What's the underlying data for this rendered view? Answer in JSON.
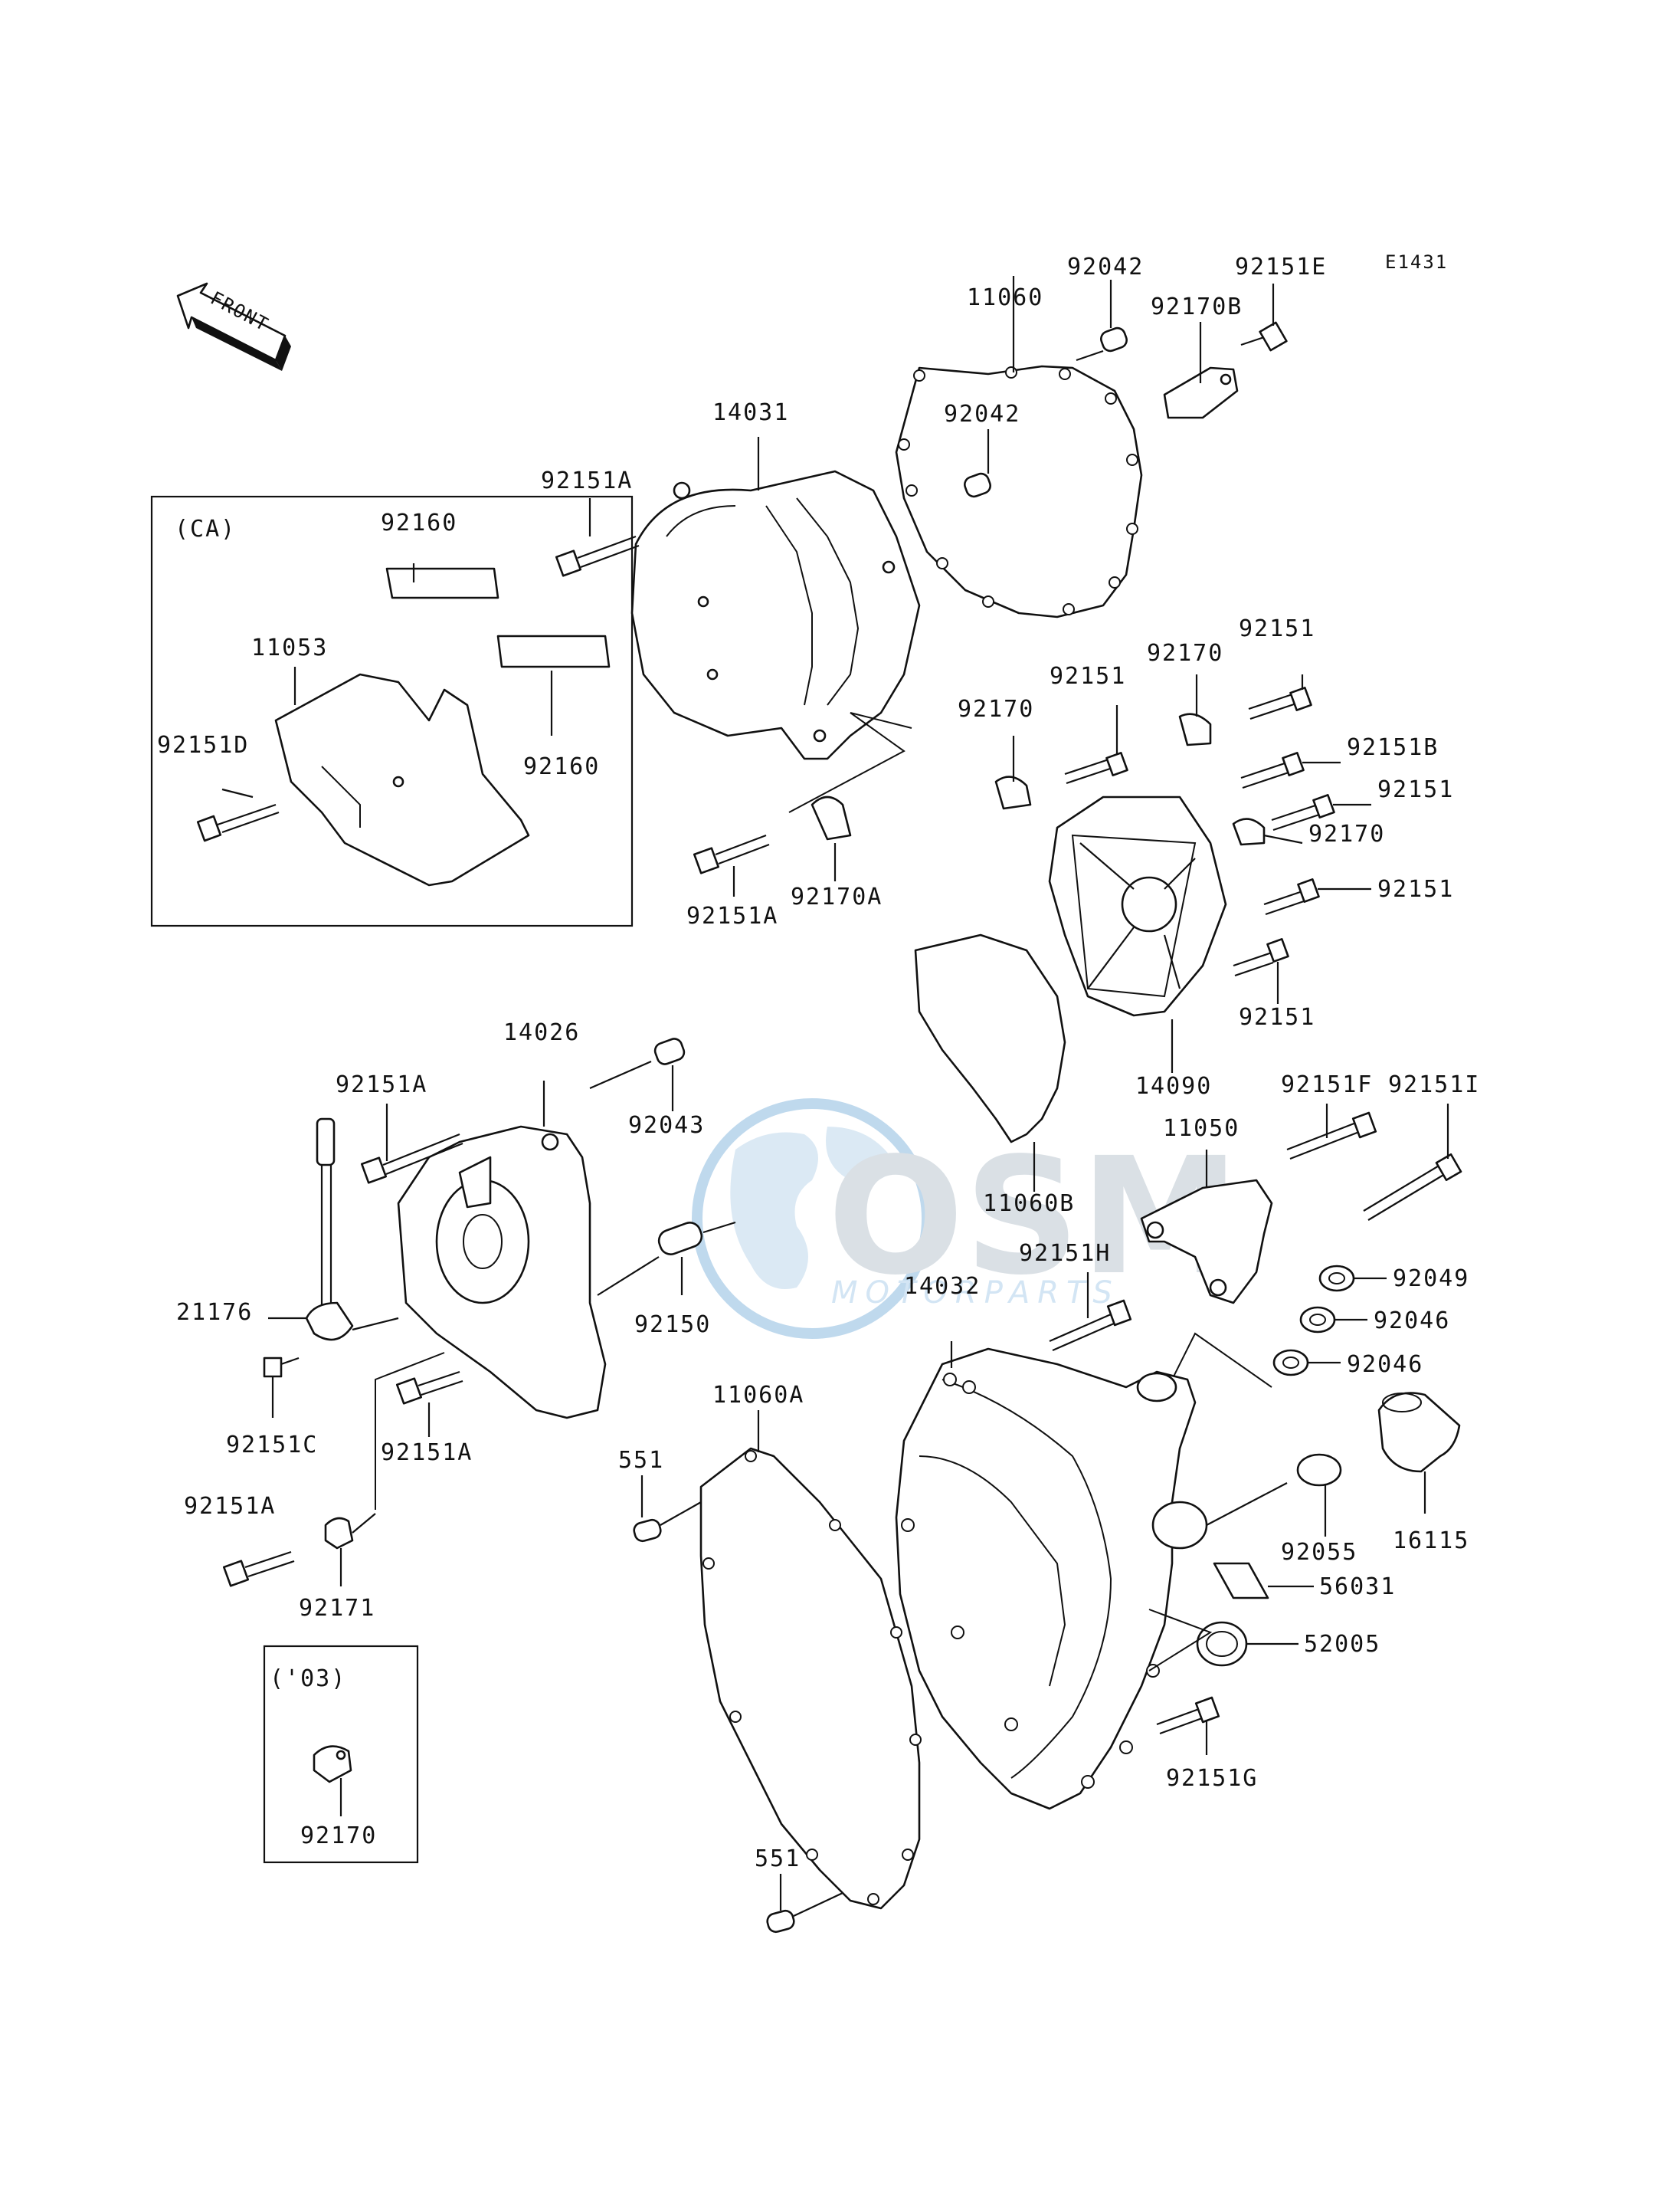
{
  "diagram_code": "E1431",
  "front_label": "FRONT",
  "watermark": {
    "brand": "OSM",
    "sub": "MOTORPARTS"
  },
  "insets": {
    "ca": "(CA)",
    "y03": "('03)"
  },
  "labels": {
    "p92042_top": "92042",
    "p92151E": "92151E",
    "p11060": "11060",
    "p92170B": "92170B",
    "p14031": "14031",
    "p92042_mid": "92042",
    "p92151A_top": "92151A",
    "p92160_top": "92160",
    "p11053": "11053",
    "p92151D": "92151D",
    "p92160_bot": "92160",
    "p92151A_mid": "92151A",
    "p92170A": "92170A",
    "p92151_a": "92151",
    "p92170_a": "92170",
    "p92151_b": "92151",
    "p92170_b": "92170",
    "p92151B": "92151B",
    "p92151_c": "92151",
    "p92170_c": "92170",
    "p92151_d": "92151",
    "p92151_e": "92151",
    "p14090": "14090",
    "p14026": "14026",
    "p92151A_left": "92151A",
    "p92043": "92043",
    "p92151F": "92151F",
    "p92151I": "92151I",
    "p11050": "11050",
    "p11060B": "11060B",
    "p92151H": "92151H",
    "p21176": "21176",
    "p92150": "92150",
    "p14032": "14032",
    "p92049": "92049",
    "p92046_a": "92046",
    "p92046_b": "92046",
    "p92151C": "92151C",
    "p92151A_low": "92151A",
    "p11060A": "11060A",
    "p551_top": "551",
    "p92151A_bot": "92151A",
    "p92055": "92055",
    "p16115": "16115",
    "p56031": "56031",
    "p92171": "92171",
    "p52005": "52005",
    "p92151G": "92151G",
    "p92170_inset": "92170",
    "p551_bot": "551"
  }
}
